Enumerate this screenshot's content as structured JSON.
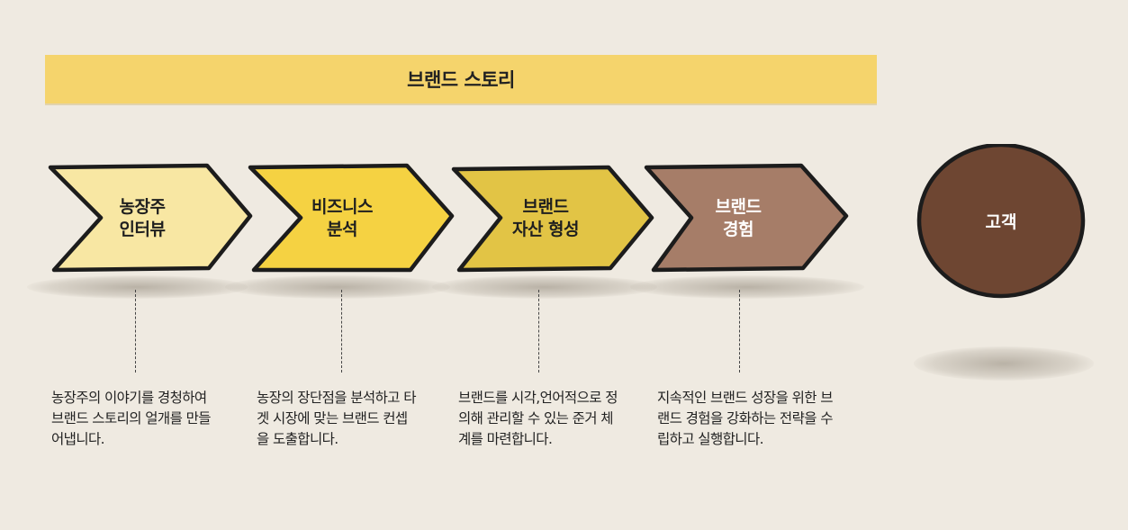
{
  "banner": {
    "title": "브랜드 스토리"
  },
  "steps": [
    {
      "label": "농장주\n인터뷰",
      "color": "#f8e7a3",
      "description": "농장주의 이야기를 경청하여 브랜드 스토리의 얼개를 만들어냅니다."
    },
    {
      "label": "비즈니스\n분석",
      "color": "#f5d242",
      "description": "농장의 장단점을 분석하고 타겟 시장에 맞는 브랜드 컨셉을 도출합니다."
    },
    {
      "label": "브랜드\n자산 형성",
      "color": "#e2c445",
      "description": "브랜드를 시각,언어적으로 정의해 관리할 수 있는 준거 체계를 마련합니다."
    },
    {
      "label": "브랜드\n경험",
      "color": "#a67d68",
      "description": "지속적인 브랜드 성장을 위한 브랜드 경험을 강화하는 전략을 수립하고 실행합니다."
    }
  ],
  "customer": {
    "label": "고객",
    "color": "#6e4632"
  },
  "outline_color": "#1c1c1c"
}
